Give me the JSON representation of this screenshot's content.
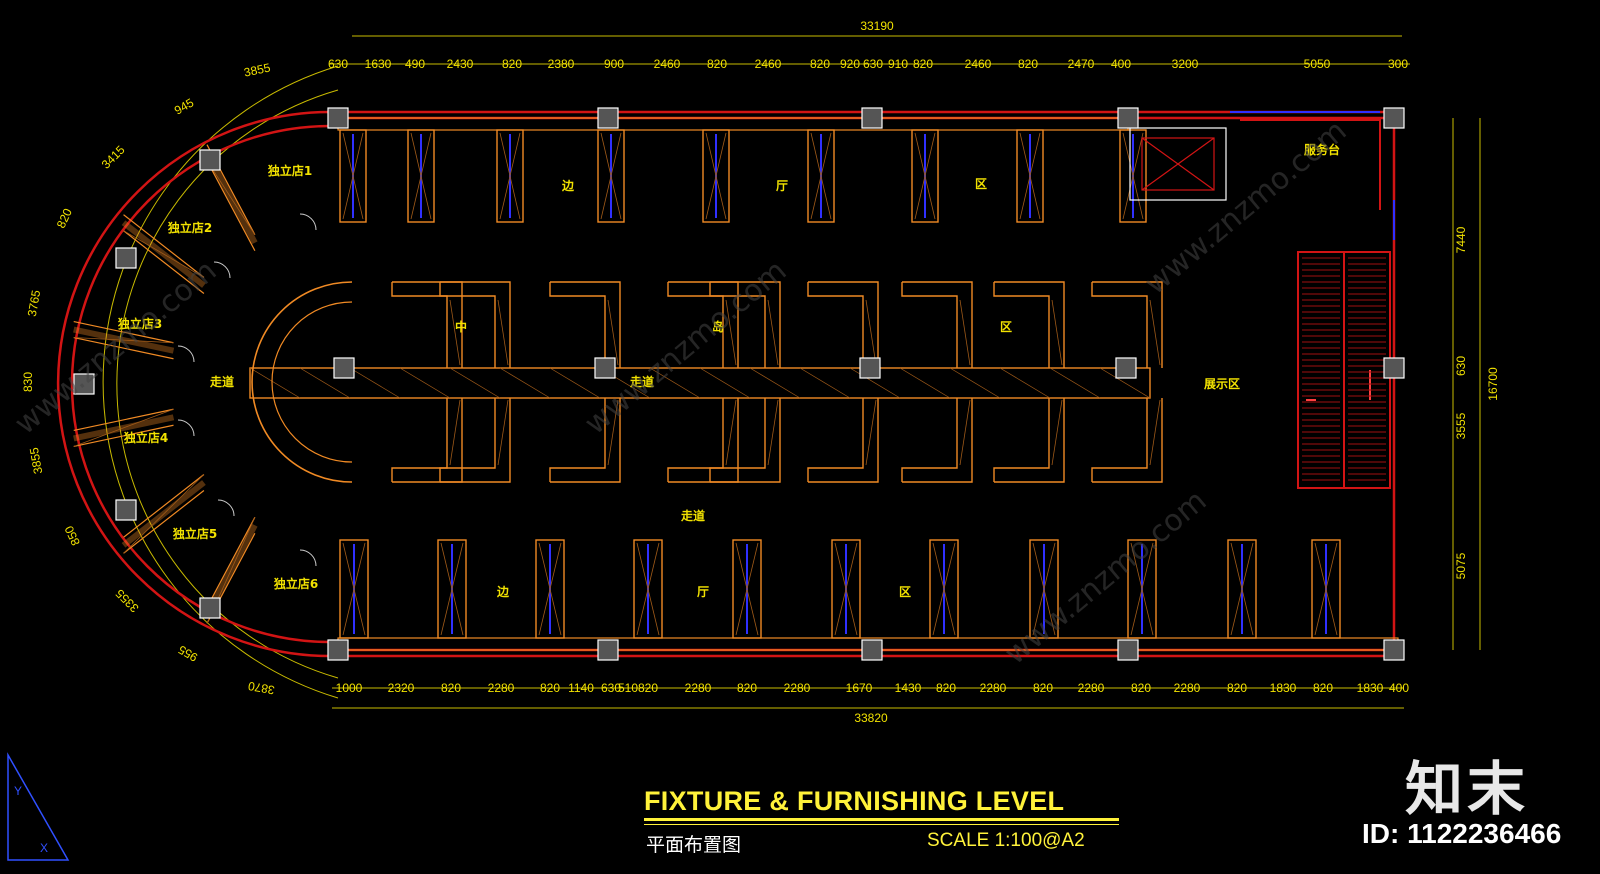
{
  "drawing": {
    "title": "FIXTURE & FURNISHING LEVEL",
    "subtitle": "平面布置图",
    "scale": "SCALE  1:100@A2"
  },
  "dimensions": {
    "top_total": "33190",
    "top_segments": [
      "630",
      "1630",
      "490",
      "2430",
      "820",
      "2380",
      "900",
      "2460",
      "820",
      "2460",
      "820",
      "920",
      "630",
      "910",
      "820",
      "2460",
      "820",
      "2470",
      "400",
      "3200",
      "5050",
      "300"
    ],
    "bottom_total": "33820",
    "bottom_segments": [
      "1000",
      "2320",
      "820",
      "2280",
      "820",
      "1140",
      "630",
      "510",
      "820",
      "2280",
      "820",
      "2280",
      "1670",
      "1430",
      "820",
      "2280",
      "820",
      "2280",
      "820",
      "2280",
      "820",
      "1830",
      "820",
      "1830",
      "400"
    ],
    "right_total": "16700",
    "right_segments": [
      "7440",
      "630",
      "3555",
      "5075"
    ],
    "arc_labels": [
      "3855",
      "945",
      "3415",
      "820",
      "3765",
      "830",
      "3855",
      "850",
      "3355",
      "955",
      "3870"
    ]
  },
  "zones": {
    "independent_stores": [
      "独立店1",
      "独立店2",
      "独立店3",
      "独立店4",
      "独立店5",
      "独立店6"
    ],
    "corridor": "走道",
    "corridor_mid": "走道",
    "corridor_south": "走道",
    "display_area": "展示区",
    "service_desk": "服务台",
    "side_hall_top": [
      "边",
      "厅",
      "区"
    ],
    "side_hall_bottom": [
      "边",
      "厅",
      "区"
    ],
    "island_area": [
      "中",
      "岛",
      "区"
    ]
  },
  "branding": {
    "logo_text": "知末",
    "image_id": "ID: 1122236466",
    "watermark": "www.znzmo.com"
  },
  "colors": {
    "background": "#000000",
    "wall_red": "#d21414",
    "fixture_orange": "#f08a24",
    "dimension_yellow": "#f2e200",
    "column_grey": "#555555",
    "glass_blue": "#3030ff"
  }
}
